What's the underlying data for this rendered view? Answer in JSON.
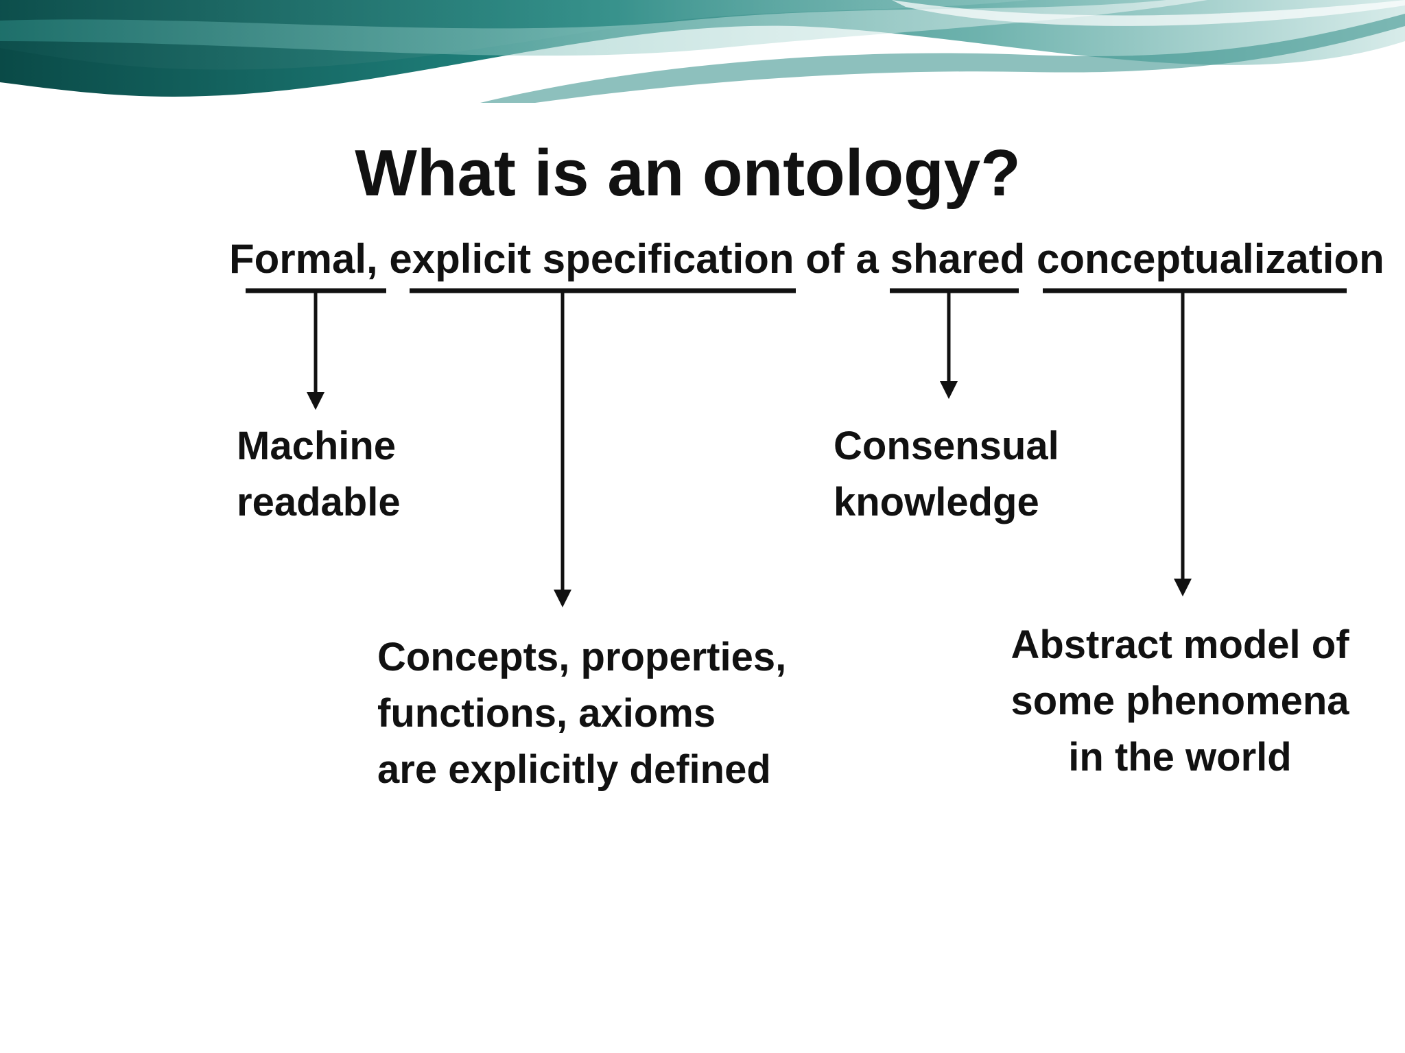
{
  "slide": {
    "title": "What is an ontology?",
    "definition": "Formal, explicit specification of a shared conceptualization"
  },
  "terms": [
    {
      "term": "Formal",
      "meaning": "Machine\nreadable"
    },
    {
      "term": "explicit specification",
      "meaning": "Concepts, properties,\nfunctions, axioms\nare explicitly defined"
    },
    {
      "term": "shared",
      "meaning": "Consensual\nknowledge"
    },
    {
      "term": "conceptualization",
      "meaning": "Abstract model of\nsome phenomena\nin the world"
    }
  ],
  "colors": {
    "text": "#111111",
    "banner_teal": "#1f7f7a",
    "banner_dark": "#0d4f4c",
    "background": "#ffffff"
  }
}
